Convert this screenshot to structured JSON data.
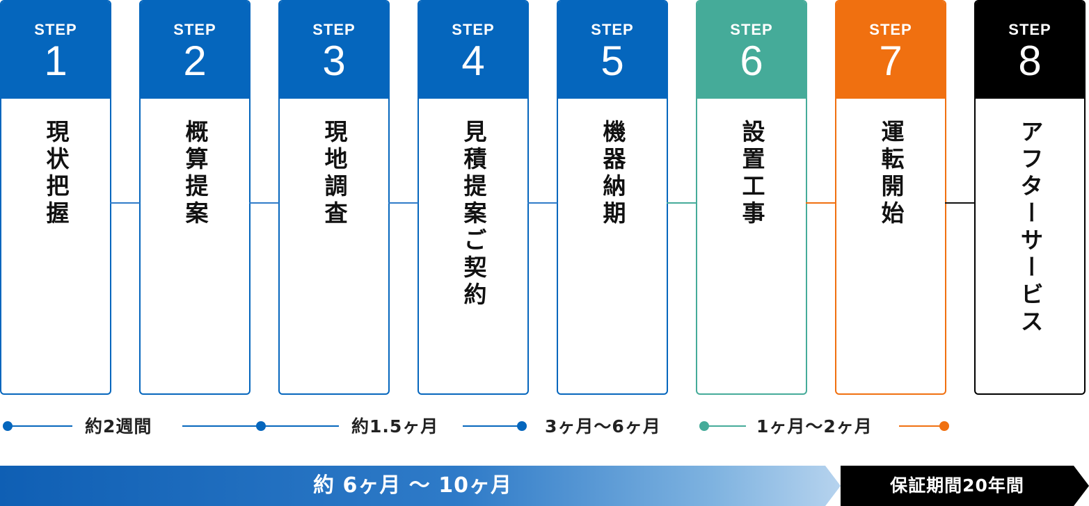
{
  "steps": [
    {
      "label": "STEP",
      "num": "1",
      "title": "現状把握",
      "color": "#0566bd"
    },
    {
      "label": "STEP",
      "num": "2",
      "title": "概算提案",
      "color": "#0566bd"
    },
    {
      "label": "STEP",
      "num": "3",
      "title": "現地調査",
      "color": "#0566bd"
    },
    {
      "label": "STEP",
      "num": "4",
      "title": "見積提案ご契約",
      "color": "#0566bd"
    },
    {
      "label": "STEP",
      "num": "5",
      "title": "機器納期",
      "color": "#0566bd"
    },
    {
      "label": "STEP",
      "num": "6",
      "title": "設置工事",
      "color": "#45ab99"
    },
    {
      "label": "STEP",
      "num": "7",
      "title": "運転開始",
      "color": "#f07010"
    },
    {
      "label": "STEP",
      "num": "8",
      "title": "アフターサービス",
      "color": "#000000"
    }
  ],
  "periods": [
    {
      "text": "約2週間",
      "color": "#0566bd"
    },
    {
      "text": "約1.5ヶ月",
      "color": "#0566bd"
    },
    {
      "text": "3ヶ月〜6ヶ月",
      "color": "#0566bd"
    },
    {
      "text": "1ヶ月〜2ヶ月",
      "color": "#45ab99"
    }
  ],
  "bars": {
    "total": "約 6ヶ月 〜 10ヶ月",
    "warranty": "保証期間20年間"
  }
}
